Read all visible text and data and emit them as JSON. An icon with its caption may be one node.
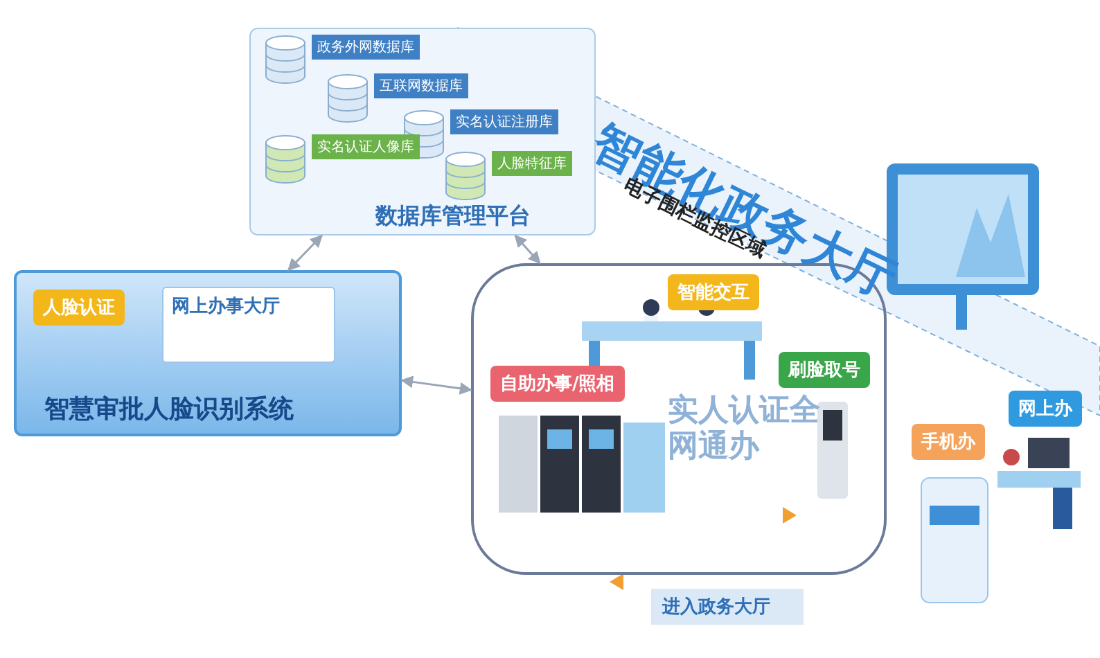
{
  "diagram": {
    "title": "智能化政务大厅",
    "nodes": [
      {
        "text": [
          "数据库管理平台"
        ]
      },
      {
        "text": [
          "政务外网数据库"
        ],
        "in": 0
      },
      {
        "text": [
          "互联网数据库"
        ],
        "in": 0
      },
      {
        "text": [
          "实名认证注册库"
        ],
        "in": 0
      },
      {
        "text": [
          "实名认证人像库"
        ],
        "in": 0
      },
      {
        "text": [
          "人脸特征库"
        ],
        "in": 0
      },
      {
        "text": [
          "智慧审批人脸识别系统"
        ]
      },
      {
        "text": [
          "网上办事大厅"
        ],
        "in": 6
      },
      {
        "text": [
          "人脸认证"
        ],
        "in": 6
      },
      {
        "text": [
          "实人认证全网通办"
        ]
      },
      {
        "text": [
          "智能交互"
        ],
        "in": 9
      },
      {
        "text": [
          "自助办事/照相"
        ],
        "in": 9
      },
      {
        "text": [
          "刷脸取号"
        ],
        "in": 9
      },
      {
        "text": [
          "进入政务大厅"
        ]
      },
      {
        "text": [
          "手机办"
        ]
      },
      {
        "text": [
          "网上办"
        ]
      }
    ],
    "edges": [
      {
        "from": 0,
        "to": 6,
        "arrow": "both"
      },
      {
        "from": 6,
        "to": 9,
        "arrow": "both"
      },
      {
        "from": 0,
        "to": 9,
        "arrow": "both"
      }
    ],
    "labels": [
      "电子围栏监控区域"
    ]
  }
}
